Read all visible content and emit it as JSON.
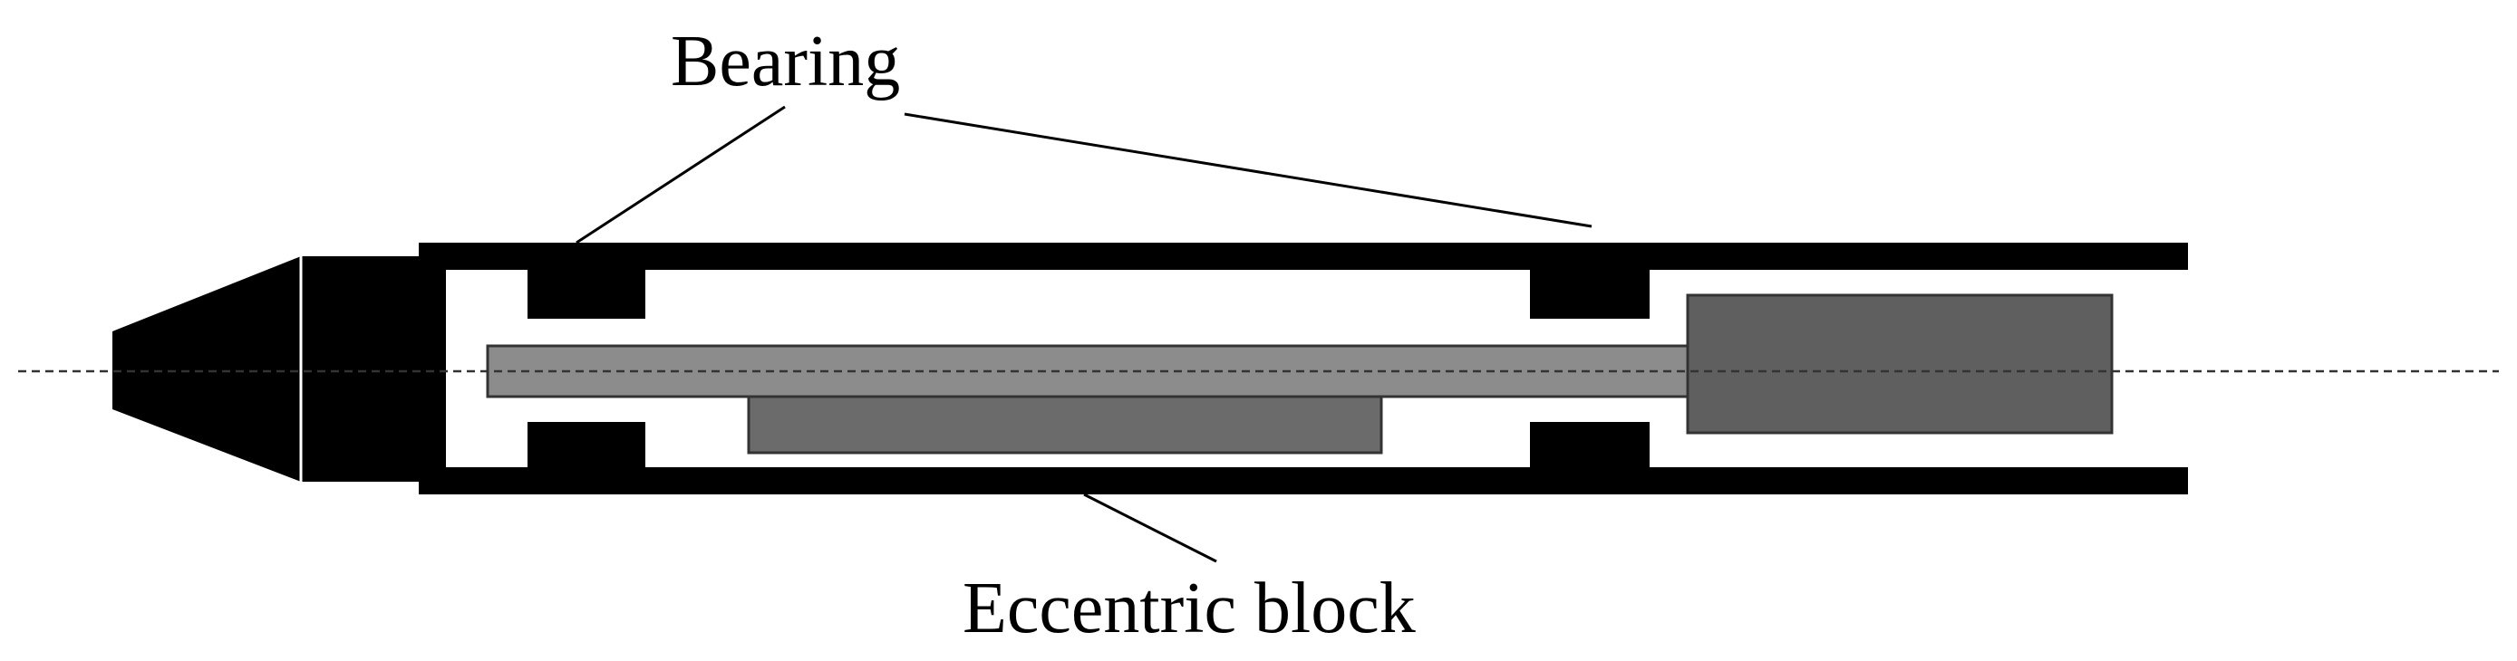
{
  "labels": {
    "bearing": "Bearing",
    "eccentric_block": "Eccentric block"
  },
  "colors": {
    "background": "#ffffff",
    "outline": "#000000",
    "bearing_fill": "#000000",
    "shaft_fill": "#8c8c8c",
    "eccentric_block_fill": "#6b6b6b",
    "motor_fill": "#5f5f5f",
    "axis_line": "#333333"
  },
  "parts": [
    "tip-cone",
    "housing",
    "bearing",
    "shaft",
    "eccentric-block",
    "motor"
  ]
}
